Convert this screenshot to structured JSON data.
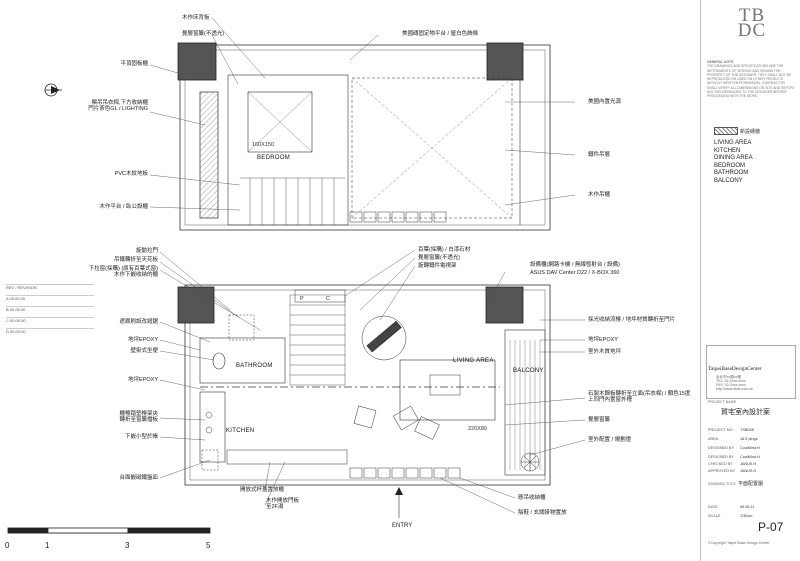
{
  "logo": {
    "line1": "TB",
    "line2": "DC"
  },
  "notes": {
    "heading": "GENERAL NOTE:",
    "body": "THE DRAWINGS AND SPECIFICATIONS ARE THE INSTRUMENTS OF SERVICE AND REMAIN THE PROPERTY OF THE DESIGNER. THEY SHALL NOT BE REPRODUCED OR USED ON OTHER PROJECTS WITHOUT WRITTEN PERMISSION. CONTRACTOR SHALL VERIFY ALL DIMENSIONS ON SITE AND REPORT ANY DISCREPANCIES TO THE DESIGNER BEFORE PROCEEDING WITH THE WORK."
  },
  "legend": {
    "label": "新設磚牆"
  },
  "areas": [
    "LIVING AREA",
    "KITCHEN",
    "DINING AREA",
    "BEDROOM",
    "BATHROOM",
    "BALCONY"
  ],
  "revision": {
    "header": "REV / REVISION",
    "rows": [
      "A 00.00.00",
      "B 00.00.00",
      "C 00.00.00",
      "D 00.00.00"
    ]
  },
  "title_block": {
    "company": "TaipeiBaseDesignCenter",
    "company_lines": [
      "台北市xx路xx號",
      "TEL: 02-2xxx-xxxx",
      "FAX: 02-2xxx-xxxx",
      "http://www.tbdc.com.tw"
    ],
    "project_label": "PROJECT NAME",
    "project_name": "賀宅室內設計案",
    "fields": [
      {
        "k": "PROJECT NO.",
        "v": "TSB048"
      },
      {
        "k": "AREA",
        "v": "16.5 pings"
      },
      {
        "k": "DESIGNED BY",
        "v": "CoolMind.H"
      },
      {
        "k": "DESIGNED BY",
        "v": "CoolMind.H"
      },
      {
        "k": "CHECKED BY",
        "v": "JANUS.H"
      },
      {
        "k": "APPROVED BY",
        "v": "JANUS.H"
      }
    ],
    "drawing_label": "DRAWING TITLE",
    "drawing_title": "平面配置圖",
    "date_label": "DATE",
    "date": "06.06.11",
    "scale_label": "SCALE",
    "scale": "1/30cm",
    "page": "P-07",
    "copyright": "©Copyright Taipei Base Design Center"
  },
  "upper_plan": {
    "room_label": "BEDROOM",
    "dim_label": "160X150",
    "callouts_left": [
      "平頂固板櫃",
      "欄吊吊衣桿,下方收納櫃\n門片茶色GL / LIGHTING",
      "PVC木紋地板",
      "木作平台 / 臥公設櫃"
    ],
    "callouts_top": [
      "木作床背板",
      "覺層窗簾(不透光)",
      "美國磚固定物平台 / 屋白色飾條"
    ],
    "callouts_right": [
      "美國內置光源",
      "鐵件吊層",
      "木作吊櫃"
    ]
  },
  "lower_plan": {
    "rooms": [
      "BATHROOM",
      "KITCHEN",
      "LIVING AREA",
      "BALCONY"
    ],
    "dim_label": "220X80",
    "top_callouts": [
      "百葉(採購) / 白漆石材",
      "覺層窗簾(不透光)",
      "旋轉鐵件電視架"
    ],
    "av_label": "設備櫃(網路卡機 / 無線發射台 / 設備)",
    "av_model": "ASUS DAV Center D22 / X-BOX 360",
    "callouts_left": [
      "旋動拉門",
      "吊鐵轉折至天花板",
      "下拉窗(採購) (原有百葉式窗)\n木作下嵌收納的櫃",
      "遮廊刷設改縫鋸",
      "地坪EPOXY",
      "壁掛式坐便",
      "地坪EPOXY",
      "櫃檯踏墊檯架央\n轉折至窗簾擋板",
      "下嵌小型於帳",
      "台面嵌磁鐵盤皿"
    ],
    "callouts_bottom": [
      "開放式杯蓋置放櫃",
      "木作開放門板\n至2F湯"
    ],
    "callouts_right": [
      "採光收納流檯 / 地坪材質轉折至門片",
      "地坪EPOXY",
      "室外木質地坪",
      "石製木鋼板轉折至立面(吊衣桿) / 顏色15度\n上同門內置窗外槽",
      "覺層窗簾",
      "室外配置 / 規劃燈"
    ],
    "callouts_bottom_right": [
      "懸吊收納櫃",
      "陰鞋 / 玄關掛物置放"
    ],
    "entry": "ENTRY",
    "fixture_letters": [
      "P",
      "C"
    ]
  },
  "scale_bar": {
    "ticks": [
      "0",
      "1",
      "3",
      "5"
    ]
  }
}
